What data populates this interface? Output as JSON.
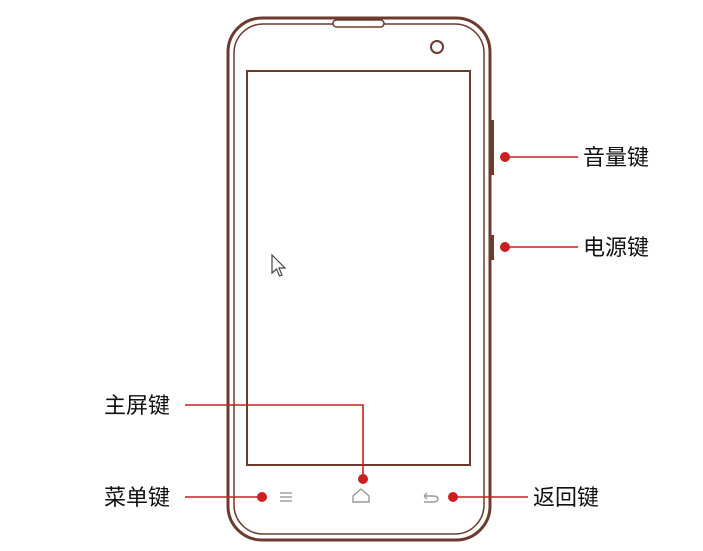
{
  "labels": {
    "volume_key": "音量键",
    "power_key": "电源键",
    "home_key": "主屏键",
    "menu_key": "菜单键",
    "back_key": "返回键"
  },
  "colors": {
    "phone_outline": "#6b3b2e",
    "callout": "#cc1f1f",
    "key_icon": "#9a9a9a"
  },
  "icons": {
    "menu": "menu-lines-icon",
    "home": "home-icon",
    "back": "back-arrow-icon",
    "camera": "front-camera-icon",
    "cursor": "mouse-cursor-icon"
  }
}
